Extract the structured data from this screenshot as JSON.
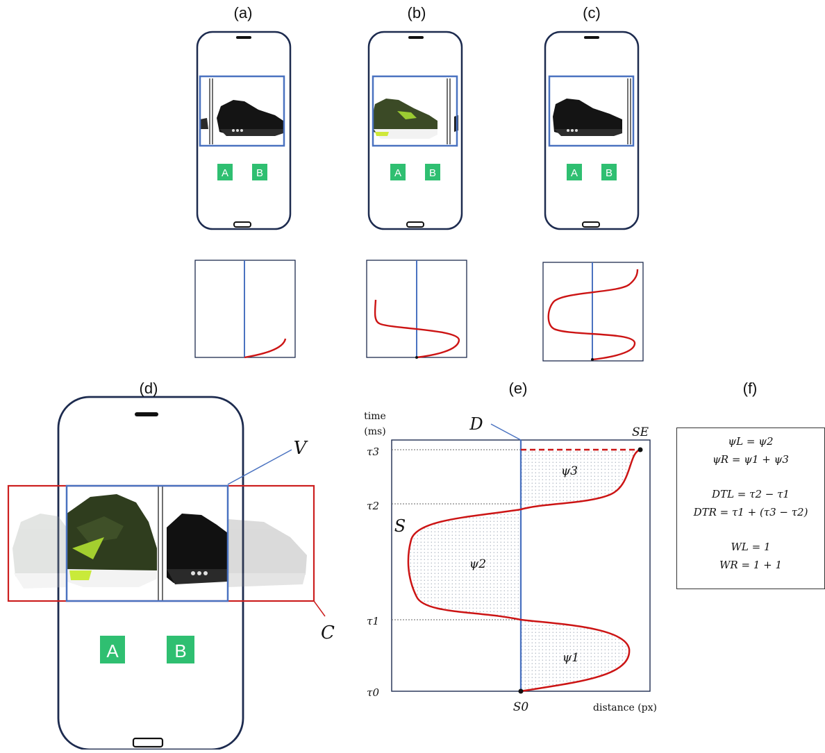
{
  "panel_labels": {
    "a": "(a)",
    "b": "(b)",
    "c": "(c)",
    "d": "(d)",
    "e": "(e)",
    "f": "(f)"
  },
  "buttons": {
    "a": "A",
    "b": "B"
  },
  "phone_d_labels": {
    "viewport": "V",
    "carousel": "C"
  },
  "chart_e": {
    "y_axis_label_line1": "time",
    "y_axis_label_line2": "(ms)",
    "x_axis_label": "distance (px)",
    "ticks": [
      "τ3",
      "τ2",
      "τ1",
      "τ0"
    ],
    "start_label": "S0",
    "end_label": "SE",
    "curve_label": "S",
    "threshold_label": "D",
    "regions": [
      "ψ3",
      "ψ2",
      "ψ1"
    ]
  },
  "formulas": [
    "ψL = ψ2",
    "ψR = ψ1 + ψ3",
    "DTL = τ2 − τ1",
    "DTR = τ1 + (τ3 − τ2)",
    "WL = 1",
    "WR = 1 + 1"
  ],
  "colors": {
    "phone_frame": "#1d2b4f",
    "viewport": "#4a72c0",
    "carousel": "#cc1f1f",
    "button": "#2fbf71",
    "curve": "#cc1414"
  }
}
